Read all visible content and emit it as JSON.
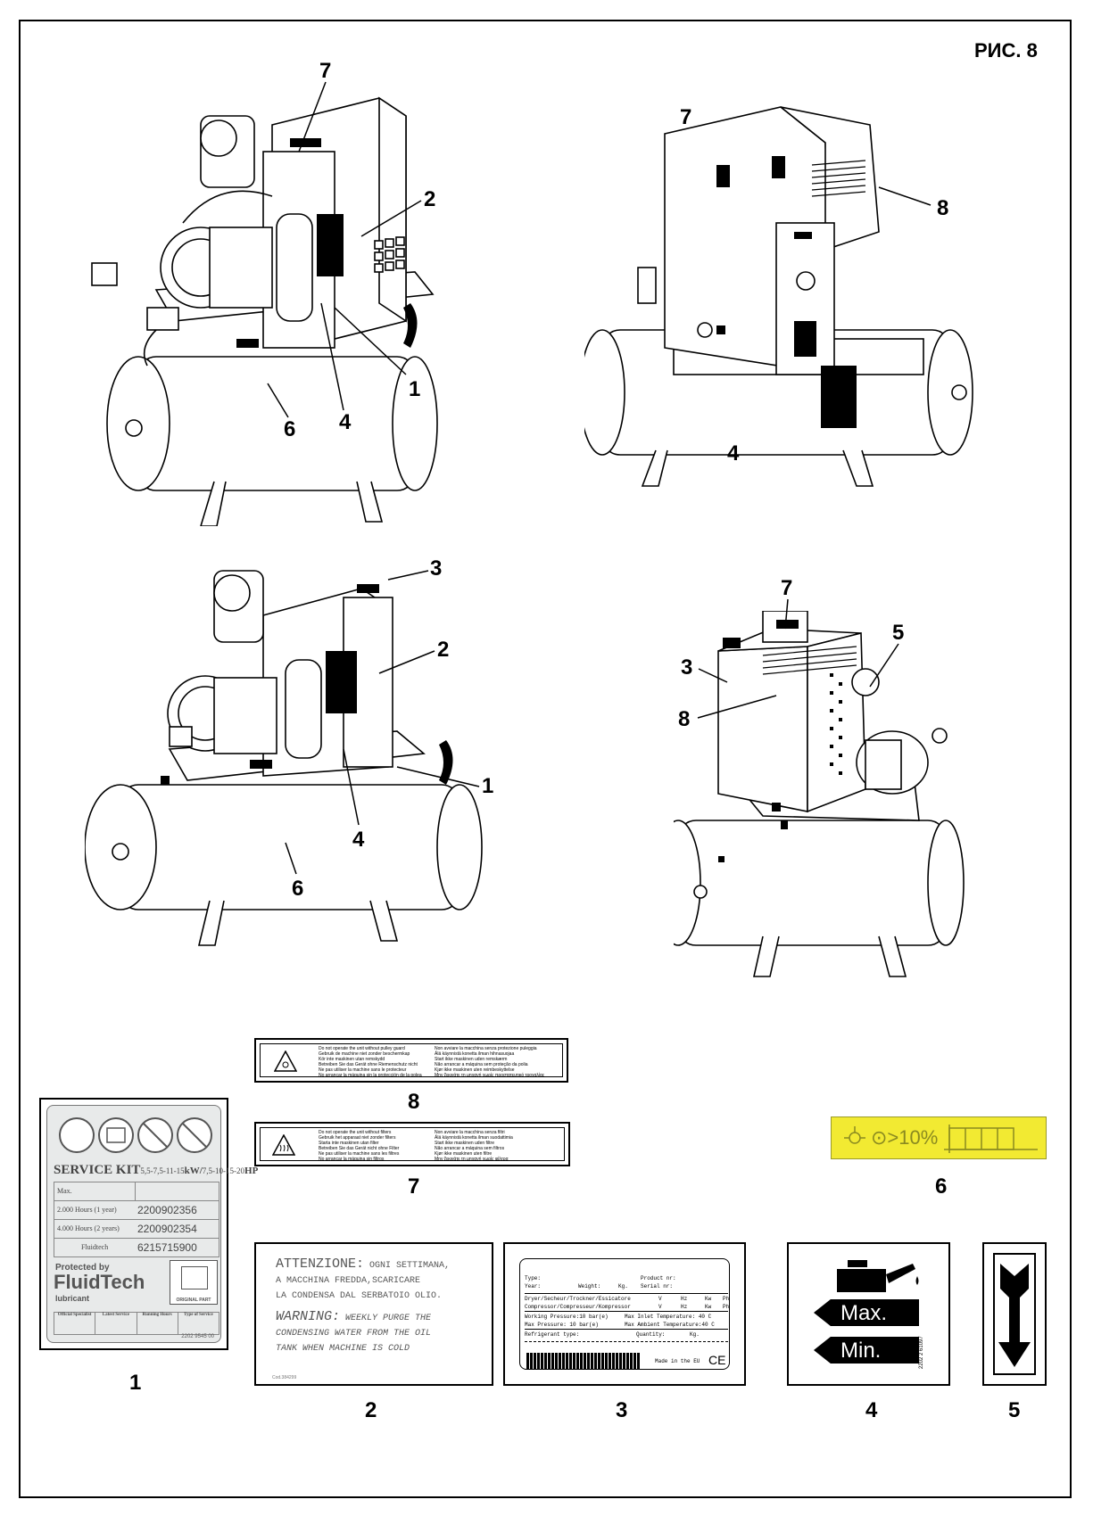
{
  "figure_title": "РИС. 8",
  "views": {
    "top_left": {
      "callouts": [
        "7",
        "2",
        "1",
        "4",
        "6"
      ]
    },
    "top_right": {
      "callouts": [
        "7",
        "8",
        "4"
      ]
    },
    "mid_left": {
      "callouts": [
        "3",
        "2",
        "1",
        "4",
        "6"
      ]
    },
    "mid_right": {
      "callouts": [
        "7",
        "5",
        "3",
        "8"
      ]
    }
  },
  "decals": {
    "d1": {
      "caption": "1",
      "title_big": "SERVICE KIT",
      "title_small": "5,5-7,5-11-15",
      "title_kw": "kW/",
      "title_small2": "7,5-10-15-20",
      "title_hp": "HP",
      "rows": [
        {
          "label": "Max.",
          "value": ""
        },
        {
          "label": "2.000 Hours (1 year)",
          "value": "2200902356"
        },
        {
          "label": "4.000 Hours (2 years)",
          "value": "2200902354"
        },
        {
          "label": "Fluidtech",
          "value": "6215715900"
        }
      ],
      "protected": "Protected by",
      "brand": "FluidTech",
      "lubricant": "lubricant",
      "original": "ORIGINAL PART",
      "table_headers": [
        "Official Specialist",
        "Latest Service",
        "Running Hours",
        "Type of Service"
      ],
      "code": "2202 9545 00"
    },
    "d2": {
      "caption": "2",
      "line1_head": "ATTENZIONE:",
      "line1_rest": "OGNI SETTIMANA,",
      "line2": "A MACCHINA FREDDA,SCARICARE",
      "line3": "LA CONDENSA DAL SERBATOIO OLIO.",
      "line4_head": "WARNING:",
      "line4_rest": "WEEKLY PURGE THE",
      "line5": "CONDENSING WATER FROM THE OIL",
      "line6": "TANK WHEN MACHINE IS COLD",
      "code": "Cod.384299"
    },
    "d3": {
      "caption": "3",
      "type": "Type:",
      "product": "Product nr:",
      "year": "Year:",
      "weight": "Weight:",
      "kg": "Kg.",
      "serial": "Serial nr:",
      "row1": "Dryer/Secheur/Trockner/Essicatore",
      "row2": "Compressor/Compresseur/Kompressor",
      "units": [
        "V",
        "Hz",
        "Kw",
        "Ph"
      ],
      "wp": "Working Pressure:10  bar(e)",
      "mit": "Max Inlet Temperature:  40  C",
      "mp": "Max Pressure:   10  bar(e)",
      "mat": "Max Ambient Temperature:40  C",
      "refr": "Refrigerant type:",
      "qty": "Quantity:",
      "qkg": "Kg.",
      "made": "Made in the EU",
      "ce": "CE"
    },
    "d4": {
      "caption": "4",
      "max": "Max.",
      "min": "Min.",
      "code": "2202 2 61097"
    },
    "d5": {
      "caption": "5"
    },
    "d6": {
      "caption": "6",
      "text": "⊙>10%"
    },
    "d7": {
      "caption": "7",
      "left": [
        "Do not operate the unit without filters",
        "Gebruik het apparaat niet zonder filters",
        "Starta inte maskinen utan filter",
        "Betreiben Sie das Gerät nicht ohne Filter",
        "Ne pas utiliser la machine sans les filtres",
        "No arrancar la máquina sin filtros"
      ],
      "right": [
        "Non avviare la macchina senza filtri",
        "Älä käynnistä konetta ilman suodattimia",
        "Start ikke maskinen uden filtre",
        "Não arrancar a máquina sem filtros",
        "Kjør ikke maskinen uten filtre",
        "Μην ξεκινάτε τη μηχανή χωρίς φίλτρα"
      ]
    },
    "d8": {
      "caption": "8",
      "left": [
        "Do not operate the unit without pulley guard",
        "Gebruik de machine niet zonder beschermkap",
        "Kör inte maskinen utan remskydd",
        "Betreiben Sie das Gerät ohne Riemenschutz nicht",
        "Ne pas utiliser la machine sans le protecteur",
        "No arrancar la máquina sin la protección de la polea"
      ],
      "right": [
        "Non avviare la macchina senza protezione puleggia",
        "Älä käynnistä konetta ilman hihnasuojaa",
        "Start ikke maskinen uden remskærm",
        "Não arrancar a máquina sem proteção da polia",
        "Kjør ikke maskinen uten reimbeskyttelse",
        "Μην ξεκινάτε τη μηχανή χωρίς προστατευτικό τροχαλίας"
      ]
    }
  }
}
